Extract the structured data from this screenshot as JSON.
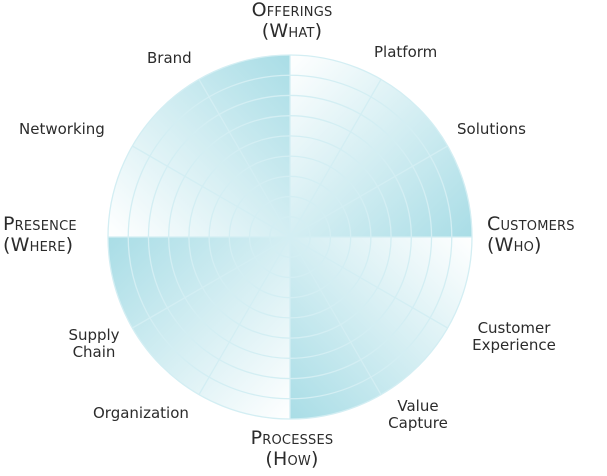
{
  "diagram": {
    "axes": {
      "top": {
        "line1": "Offerings",
        "line2": "(What)"
      },
      "right": {
        "line1": "Customers",
        "line2": "(Who)"
      },
      "bottom": {
        "line1": "Processes",
        "line2": "(How)"
      },
      "left": {
        "line1": "Presence",
        "line2": "(Where)"
      }
    },
    "dimensions": [
      {
        "id": "platform",
        "line1": "Platform"
      },
      {
        "id": "solutions",
        "line1": "Solutions"
      },
      {
        "id": "customer-experience",
        "line1": "Customer",
        "line2": "Experience"
      },
      {
        "id": "value-capture",
        "line1": "Value",
        "line2": "Capture"
      },
      {
        "id": "organization",
        "line1": "Organization"
      },
      {
        "id": "supply-chain",
        "line1": "Supply",
        "line2": "Chain"
      },
      {
        "id": "networking",
        "line1": "Networking"
      },
      {
        "id": "brand",
        "line1": "Brand"
      }
    ],
    "ring_count": 9,
    "colors": {
      "fill": "#a9dde6",
      "fill_light": "#ffffff",
      "grid": "#d3eef3",
      "text": "#2b2b2b"
    }
  }
}
